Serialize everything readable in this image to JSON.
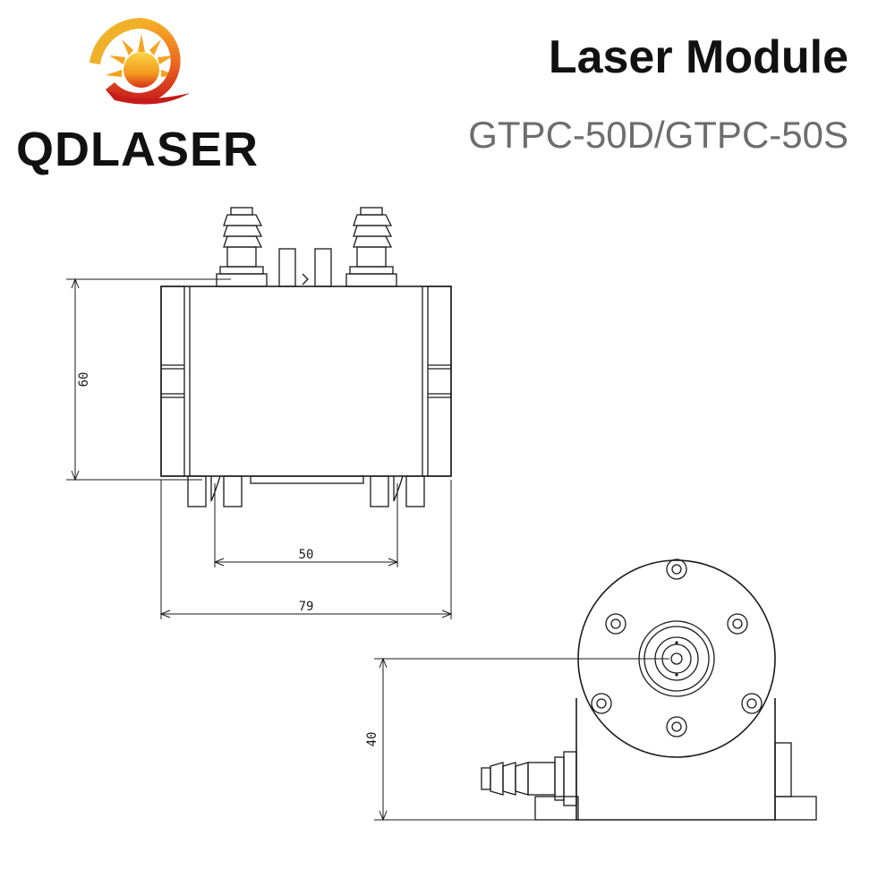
{
  "brand": {
    "name": "QDLASER",
    "accent_colors": [
      "#f6b21c",
      "#e4571e",
      "#c81e1e"
    ]
  },
  "header": {
    "title": "Laser Module",
    "subtitle": "GTPC-50D/GTPC-50S"
  },
  "drawing": {
    "front_view": {
      "height_dimension": "60",
      "mount_spacing_dimension": "50",
      "overall_width_dimension": "79"
    },
    "side_view": {
      "axis_height_dimension": "40"
    }
  }
}
